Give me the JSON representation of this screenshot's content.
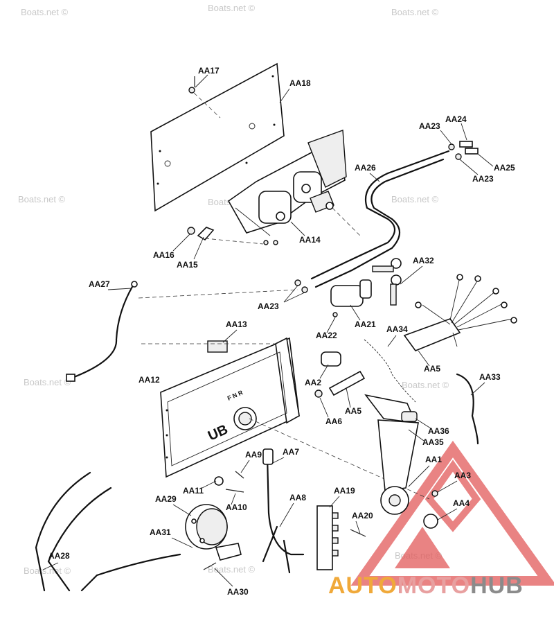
{
  "watermark": "Boats.net ©",
  "brand": {
    "part1": "AUTO",
    "part2": "MOTO",
    "part3": "HUB",
    "colors": {
      "auto": "#f0a93a",
      "moto": "#e8a0a0",
      "hub": "#8b8b8b",
      "triangle": "#e25a5a"
    }
  },
  "labels": {
    "aa1": "AA1",
    "aa2": "AA2",
    "aa3": "AA3",
    "aa4": "AA4",
    "aa5a": "AA5",
    "aa5b": "AA5",
    "aa6": "AA6",
    "aa7": "AA7",
    "aa8": "AA8",
    "aa9": "AA9",
    "aa10": "AA10",
    "aa11": "AA11",
    "aa12": "AA12",
    "aa13": "AA13",
    "aa14": "AA14",
    "aa15": "AA15",
    "aa16": "AA16",
    "aa17": "AA17",
    "aa18": "AA18",
    "aa19": "AA19",
    "aa20": "AA20",
    "aa21": "AA21",
    "aa22": "AA22",
    "aa23a": "AA23",
    "aa23b": "AA23",
    "aa23c": "AA23",
    "aa24": "AA24",
    "aa25": "AA25",
    "aa26": "AA26",
    "aa27": "AA27",
    "aa28": "AA28",
    "aa29": "AA29",
    "aa30": "AA30",
    "aa31": "AA31",
    "aa32": "AA32",
    "aa33": "AA33",
    "aa34": "AA34",
    "aa35": "AA35",
    "aa36": "AA36"
  },
  "control_box": {
    "shift_marks": "F  N  R",
    "logo": "UB"
  }
}
